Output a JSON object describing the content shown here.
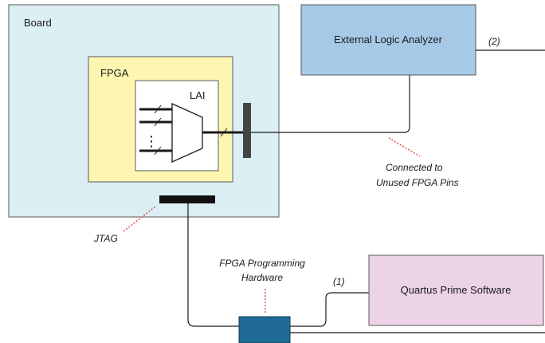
{
  "board": {
    "label": "Board",
    "fill": "#dbeef4"
  },
  "fpga": {
    "label": "FPGA",
    "fill": "#fdf5b0"
  },
  "lai": {
    "label": "LAI",
    "ellipsis": "⋮"
  },
  "external_analyzer": {
    "label": "External Logic Analyzer",
    "fill": "#a7c9e8"
  },
  "quartus": {
    "label": "Quartus Prime Software",
    "fill": "#ecd3e8"
  },
  "programming_hw": {
    "label_line1": "FPGA Programming",
    "label_line2": "Hardware",
    "fill": "#1f6a94"
  },
  "annotations": {
    "jtag": "JTAG",
    "unused_pins_line1": "Connected to",
    "unused_pins_line2": "Unused FPGA Pins",
    "note1": "(1)",
    "note2": "(2)"
  },
  "colors": {
    "annotation_dots": "#e03c2c",
    "connector": "#444444",
    "wire": "#1a1a1a"
  }
}
